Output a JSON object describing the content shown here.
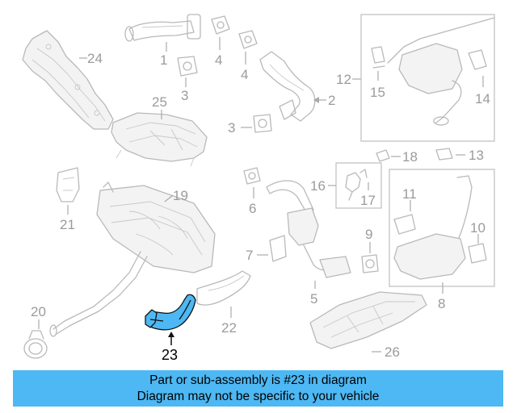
{
  "diagram": {
    "callouts": [
      "1",
      "2",
      "3",
      "3",
      "4",
      "4",
      "5",
      "6",
      "7",
      "8",
      "9",
      "10",
      "11",
      "12",
      "13",
      "14",
      "15",
      "16",
      "17",
      "18",
      "19",
      "20",
      "21",
      "22",
      "23",
      "24",
      "25",
      "26"
    ],
    "highlight": {
      "number": "23",
      "color": "#4db8f3"
    }
  },
  "banner": {
    "line1": "Part or sub-assembly is #23 in diagram",
    "line2": "Diagram may not be specific to your vehicle",
    "background": "#4db8f3"
  }
}
